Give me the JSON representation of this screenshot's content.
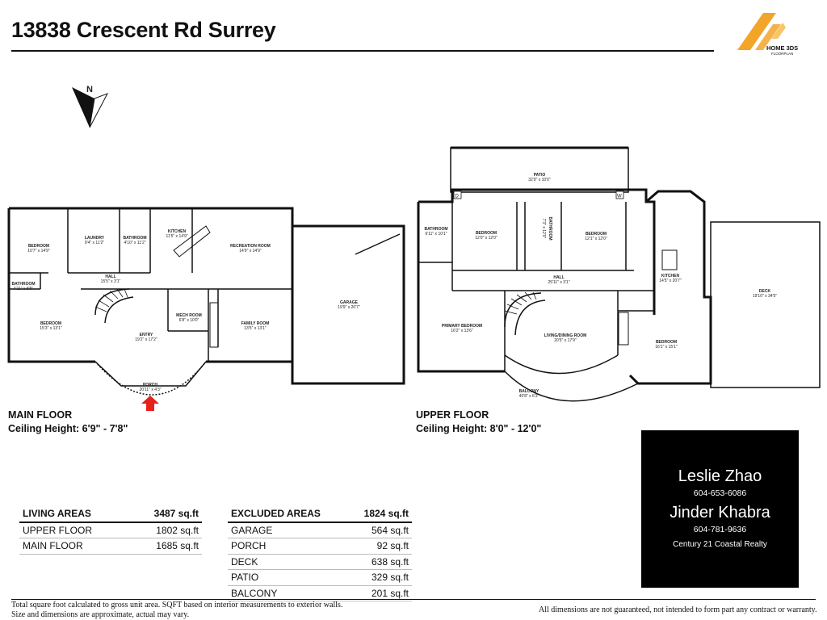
{
  "header": {
    "title": "13838 Crescent Rd Surrey"
  },
  "logo": {
    "brand": "HOME 3DS",
    "sub": "FLOORPLAN"
  },
  "compass": {
    "label": "N"
  },
  "main_floor": {
    "name": "MAIN FLOOR",
    "ceiling": "Ceiling Height: 6'9\" - 7'8\"",
    "rooms": {
      "bedroom1": {
        "name": "BEDROOM",
        "dims": "10'7\" x 14'9\""
      },
      "laundry": {
        "name": "LAUNDRY",
        "dims": "9'4\" x 11'2\""
      },
      "bathroom1": {
        "name": "BATHROOM",
        "dims": "4'10\" x 11'2\""
      },
      "kitchen": {
        "name": "KITCHEN",
        "dims": "11'5\" x 14'9\""
      },
      "recreation": {
        "name": "RECREATION ROOM",
        "dims": "14'9\" x 14'9\""
      },
      "bathroom2": {
        "name": "BATHROOM",
        "dims": "4'11\" x 8'5\""
      },
      "hall": {
        "name": "HALL",
        "dims": "15'5\" x 3'1\""
      },
      "bedroom2": {
        "name": "BEDROOM",
        "dims": "15'3\" x 13'1\""
      },
      "entry": {
        "name": "ENTRY",
        "dims": "19'2\" x 17'2\""
      },
      "mech": {
        "name": "MECH ROOM",
        "dims": "6'8\" x 10'0\""
      },
      "family": {
        "name": "FAMILY ROOM",
        "dims": "13'5\" x 13'1\""
      },
      "garage": {
        "name": "GARAGE",
        "dims": "19'9\" x 20'7\""
      },
      "porch": {
        "name": "PORCH",
        "dims": "20'11\" x 4'3\""
      }
    }
  },
  "upper_floor": {
    "name": "UPPER FLOOR",
    "ceiling": "Ceiling Height: 8'0\" - 12'0\"",
    "rooms": {
      "patio": {
        "name": "PATIO",
        "dims": "32'9\" x 10'0\""
      },
      "bathroom1": {
        "name": "BATHROOM",
        "dims": "6'11\" x 10'1\""
      },
      "bedroom1": {
        "name": "BEDROOM",
        "dims": "12'0\" x 12'0\""
      },
      "bathroom2": {
        "name": "BATHROOM",
        "dims": "7'3\" x 12'0\""
      },
      "bedroom2": {
        "name": "BEDROOM",
        "dims": "12'1\" x 12'0\""
      },
      "kitchen": {
        "name": "KITCHEN",
        "dims": "14'5\" x 20'7\""
      },
      "deck": {
        "name": "DECK",
        "dims": "19'10\" x 34'5\""
      },
      "hall": {
        "name": "HALL",
        "dims": "25'11\" x 3'1\""
      },
      "primary": {
        "name": "PRIMARY BEDROOM",
        "dims": "16'2\" x 13'6\""
      },
      "living": {
        "name": "LIVING/DINING ROOM",
        "dims": "20'5\" x 17'9\""
      },
      "bedroom3": {
        "name": "BEDROOM",
        "dims": "16'1\" x 15'1\""
      },
      "balcony": {
        "name": "BALCONY",
        "dims": "40'8\" x 6'3\""
      },
      "d_label": "D",
      "w_label": "W"
    }
  },
  "living_areas": {
    "header": "LIVING AREAS",
    "total": "3487 sq.ft",
    "rows": [
      {
        "label": "UPPER FLOOR",
        "value": "1802 sq.ft"
      },
      {
        "label": "MAIN FLOOR",
        "value": "1685 sq.ft"
      }
    ]
  },
  "excluded_areas": {
    "header": "EXCLUDED AREAS",
    "total": "1824 sq.ft",
    "rows": [
      {
        "label": "GARAGE",
        "value": "564 sq.ft"
      },
      {
        "label": "PORCH",
        "value": "92 sq.ft"
      },
      {
        "label": "DECK",
        "value": "638 sq.ft"
      },
      {
        "label": "PATIO",
        "value": "329 sq.ft"
      },
      {
        "label": "BALCONY",
        "value": "201 sq.ft"
      }
    ]
  },
  "agent": {
    "name1": "Leslie Zhao",
    "phone1": "604-653-6086",
    "name2": "Jinder Khabra",
    "phone2": "604-781-9636",
    "company": "Century 21 Coastal Realty"
  },
  "footer": {
    "left_line1": "Total square foot calculated to gross unit area. SQFT based on interior measurements to exterior walls.",
    "left_line2": "Size and dimensions are approximate, actual may vary.",
    "right": "All dimensions are not guaranteed, not intended to form part any contract or warranty."
  },
  "colors": {
    "arrow": "#e5211c",
    "logo_orange": "#f2a529",
    "card_bg": "#000000"
  }
}
